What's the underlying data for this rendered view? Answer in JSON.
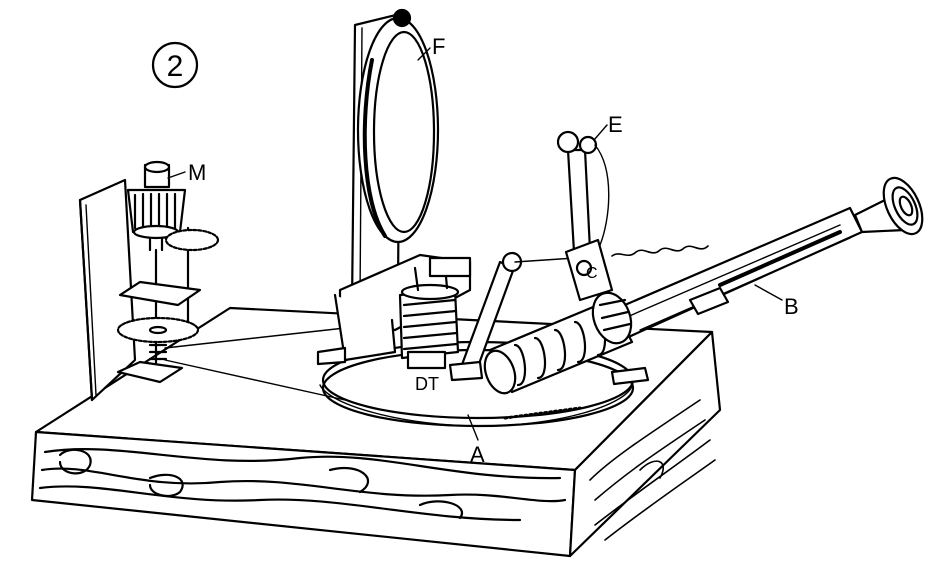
{
  "figure": {
    "number": "2",
    "labels": {
      "F": "F",
      "E": "E",
      "M": "M",
      "C": "C",
      "B": "B",
      "DT": "DT",
      "A": "A"
    }
  },
  "colors": {
    "ink": "#000000",
    "paper": "#ffffff"
  }
}
